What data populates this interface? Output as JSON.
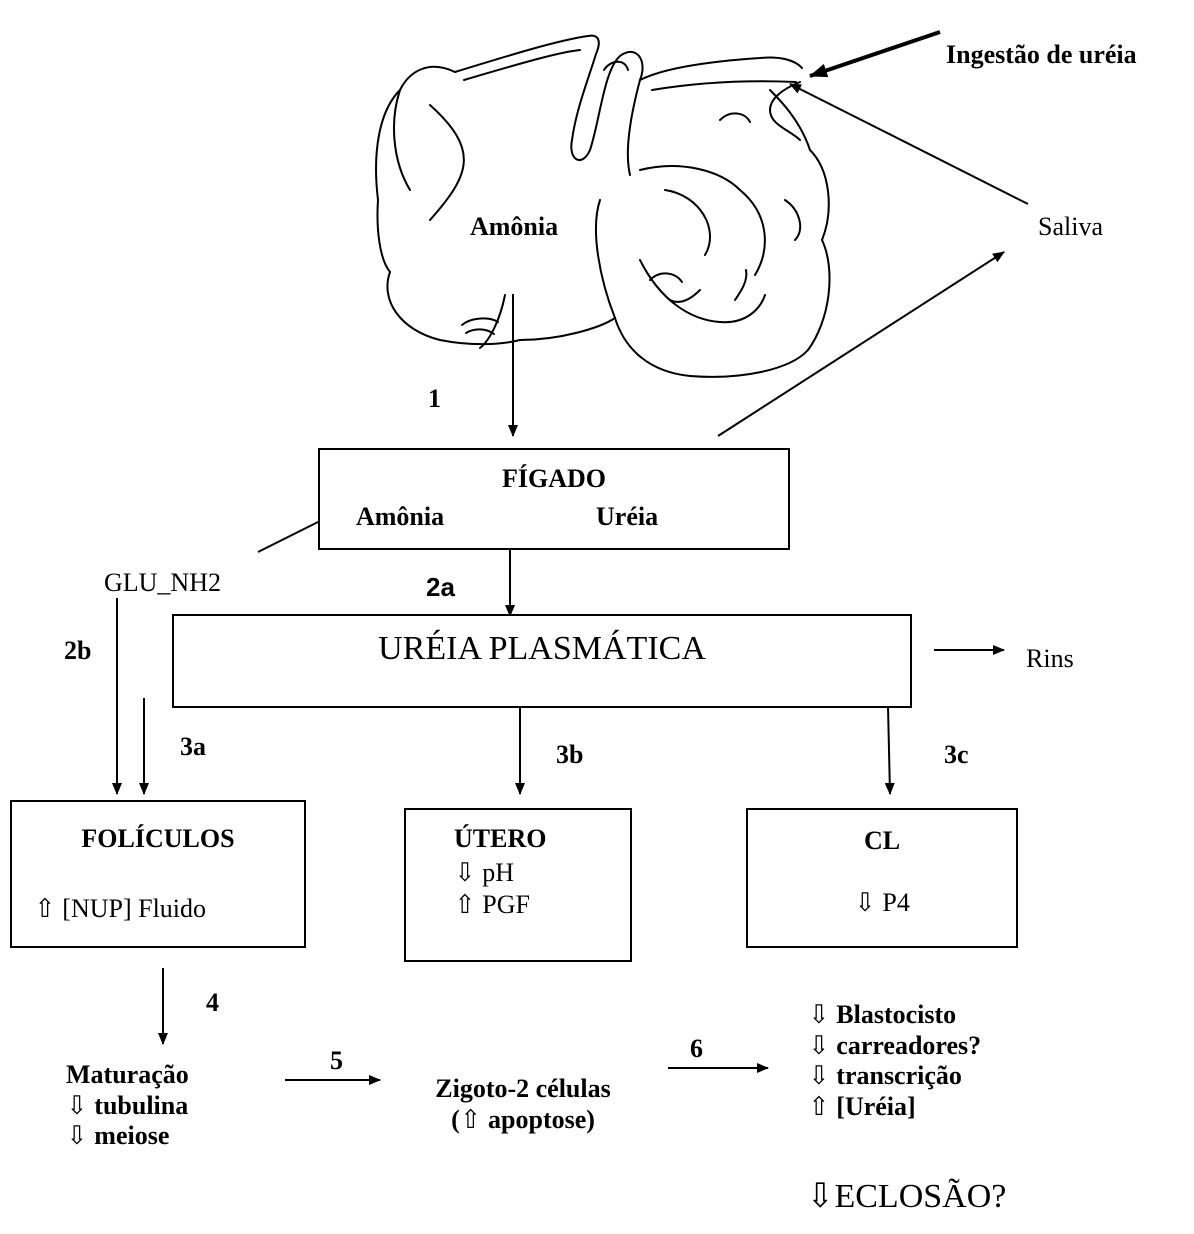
{
  "labels": {
    "ingestao": "Ingestão de uréia",
    "saliva": "Saliva",
    "amonia_rumen": "Amônia",
    "step1": "1",
    "step2a": "2a",
    "step2b": "2b",
    "step3a": "3a",
    "step3b": "3b",
    "step3c": "3c",
    "step4": "4",
    "step5": "5",
    "step6": "6",
    "glu": "GLU_NH2",
    "rins": "Rins"
  },
  "figado": {
    "title": "FÍGADO",
    "from": "Amônia",
    "to": "Uréia"
  },
  "ureia_plasmatica": "URÉIA PLASMÁTICA",
  "foliculos": {
    "title": "FOLÍCULOS",
    "line1": "⇧ [NUP] Fluido"
  },
  "utero": {
    "title": "ÚTERO",
    "line1": "⇩ pH",
    "line2": "⇧ PGF"
  },
  "cl": {
    "title": "CL",
    "line1": "⇩ P4"
  },
  "maturacao": {
    "line1": "Maturação",
    "line2": "⇩ tubulina",
    "line3": "⇩ meiose"
  },
  "zigoto": {
    "line1": "Zigoto-2 células",
    "line2": "(⇧ apoptose)"
  },
  "blastocisto": {
    "line1": "⇩ Blastocisto",
    "line2": "⇩ carreadores?",
    "line3": "⇩ transcrição",
    "line4": "⇧ [Uréia]"
  },
  "eclosao": "⇩ECLOSÃO?"
}
